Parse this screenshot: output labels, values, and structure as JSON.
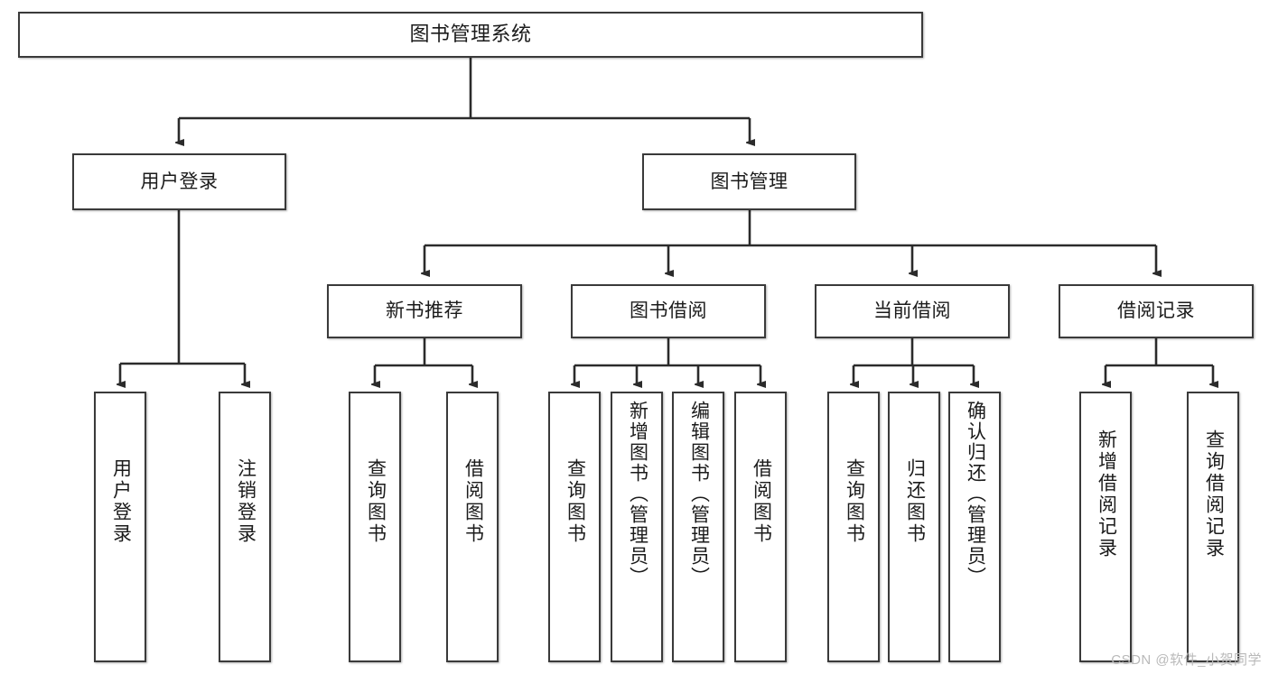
{
  "diagram": {
    "type": "tree-hierarchy",
    "title": "图书管理系统",
    "watermark": "CSDN @软件_小贺同学",
    "colors": {
      "box_border": "#3a3a3a",
      "box_fill": "#ffffff",
      "connector": "#2b2b2b",
      "text": "#1b1b1b",
      "watermark": "#b9b9b9"
    },
    "nodes": {
      "root": {
        "label": "图书管理系统"
      },
      "level2": [
        {
          "id": "user-login",
          "label": "用户登录"
        },
        {
          "id": "book-management",
          "label": "图书管理"
        }
      ],
      "level3": [
        {
          "id": "new-book-recommend",
          "label": "新书推荐"
        },
        {
          "id": "book-borrow",
          "label": "图书借阅"
        },
        {
          "id": "current-borrow",
          "label": "当前借阅"
        },
        {
          "id": "borrow-record",
          "label": "借阅记录"
        }
      ],
      "leaves": {
        "user_login": [
          {
            "id": "leaf-user-login",
            "label": "用户登录"
          },
          {
            "id": "leaf-logout-login",
            "label": "注销登录"
          }
        ],
        "new_book_recommend": [
          {
            "id": "leaf-query-book-1",
            "label": "查询图书"
          },
          {
            "id": "leaf-borrow-book-1",
            "label": "借阅图书"
          }
        ],
        "book_borrow": [
          {
            "id": "leaf-query-book-2",
            "label": "查询图书"
          },
          {
            "id": "leaf-add-book",
            "label": "新增图书（管理员）"
          },
          {
            "id": "leaf-edit-book",
            "label": "编辑图书（管理员）"
          },
          {
            "id": "leaf-borrow-book-2",
            "label": "借阅图书"
          }
        ],
        "current_borrow": [
          {
            "id": "leaf-query-book-3",
            "label": "查询图书"
          },
          {
            "id": "leaf-return-book",
            "label": "归还图书"
          },
          {
            "id": "leaf-confirm-return",
            "label": "确认归还（管理员）"
          }
        ],
        "borrow_record": [
          {
            "id": "leaf-add-record",
            "label": "新增借阅记录"
          },
          {
            "id": "leaf-query-record",
            "label": "查询借阅记录"
          }
        ]
      }
    }
  }
}
